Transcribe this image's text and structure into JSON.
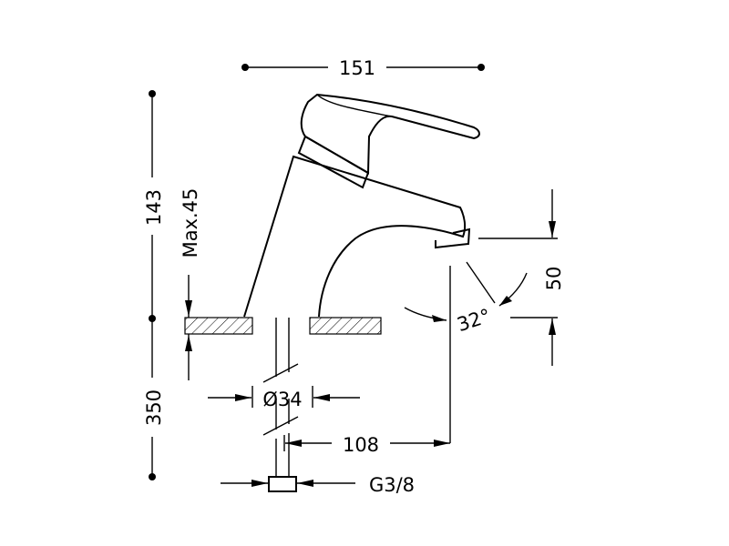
{
  "dimensions": {
    "width_151": "151",
    "height_143": "143",
    "max_45": "Max.45",
    "height_350": "350",
    "diameter_34": "Ø34",
    "reach_108": "108",
    "connection_g38": "G3/8",
    "height_50": "50",
    "angle_32": "32°"
  }
}
